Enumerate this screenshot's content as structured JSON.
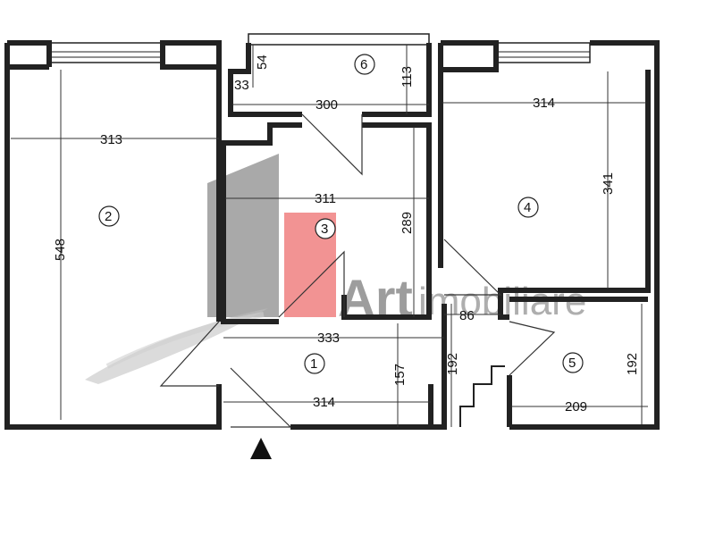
{
  "rooms": [
    {
      "id": "room-1",
      "label": "1"
    },
    {
      "id": "room-2",
      "label": "2"
    },
    {
      "id": "room-3",
      "label": "3"
    },
    {
      "id": "room-4",
      "label": "4"
    },
    {
      "id": "room-5",
      "label": "5"
    },
    {
      "id": "room-6",
      "label": "6"
    }
  ],
  "dimensions": {
    "room2_width": "313",
    "room2_height": "548",
    "room6_width": "300",
    "room6_height": "113",
    "room6_small_a": "33",
    "room6_small_b": "54",
    "room3_width": "311",
    "room3_height": "289",
    "room4_width": "314",
    "room4_height": "341",
    "hall_width": "333",
    "hall_lower_width": "314",
    "hall_height": "157",
    "corridor_height": "192",
    "corridor_width": "86",
    "room5_width": "209",
    "room5_height": "192"
  },
  "watermark": {
    "brand": "Art",
    "rest": "imobiliare",
    "accent_color": "#f08080",
    "gray_color": "#8c8c8c"
  },
  "entrance_marker": "triangle-up"
}
